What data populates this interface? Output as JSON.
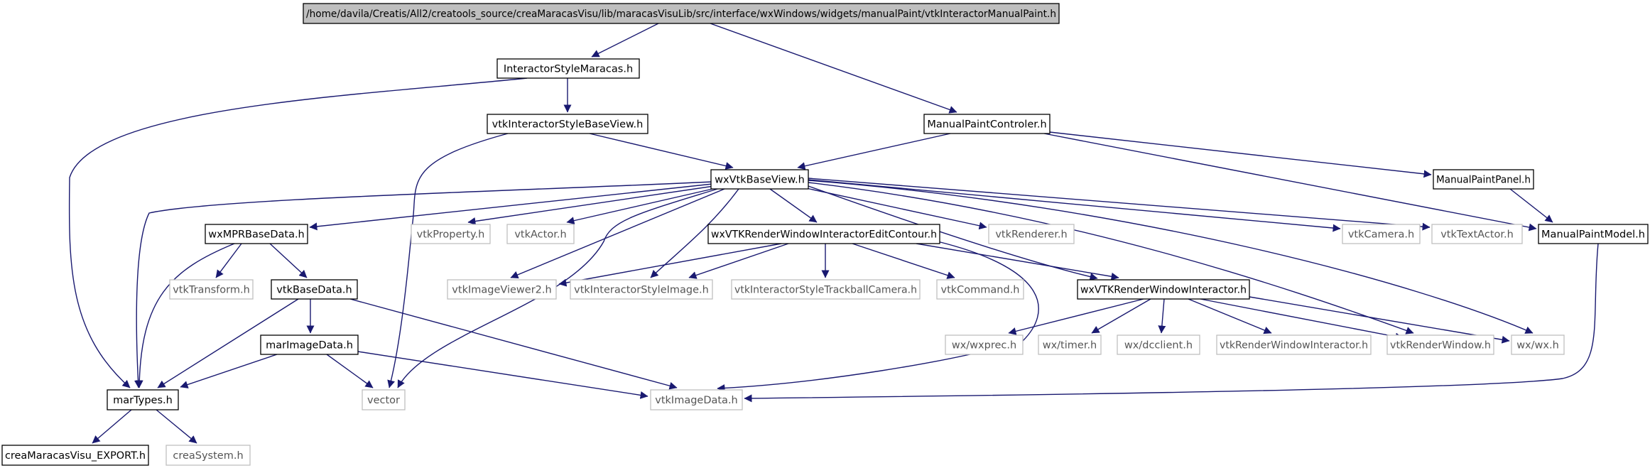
{
  "graph": {
    "colors": {
      "edge": "#191970",
      "root_fill": "#bfbfbf",
      "node_border": "#000000",
      "external_border": "#bfbfbf",
      "external_text": "#555555",
      "text": "#000000"
    },
    "nodes": [
      {
        "id": "root",
        "label": "/home/davila/Creatis/All2/creatools_source/creaMaracasVisu/lib/maracasVisuLib/src/interface/wxWindows/widgets/manualPaint/vtkInteractorManualPaint.h",
        "kind": "root"
      },
      {
        "id": "ism",
        "label": "InteractorStyleMaracas.h",
        "kind": "file"
      },
      {
        "id": "mpc",
        "label": "ManualPaintControler.h",
        "kind": "file"
      },
      {
        "id": "isbv",
        "label": "vtkInteractorStyleBaseView.h",
        "kind": "file"
      },
      {
        "id": "wxvbv",
        "label": "wxVtkBaseView.h",
        "kind": "file"
      },
      {
        "id": "mpp",
        "label": "ManualPaintPanel.h",
        "kind": "file"
      },
      {
        "id": "mpm",
        "label": "ManualPaintModel.h",
        "kind": "file"
      },
      {
        "id": "mprbd",
        "label": "wxMPRBaseData.h",
        "kind": "file"
      },
      {
        "id": "vprop",
        "label": "vtkProperty.h",
        "kind": "external"
      },
      {
        "id": "vactor",
        "label": "vtkActor.h",
        "kind": "external"
      },
      {
        "id": "wxrwiec",
        "label": "wxVTKRenderWindowInteractorEditContour.h",
        "kind": "file"
      },
      {
        "id": "vrend",
        "label": "vtkRenderer.h",
        "kind": "external"
      },
      {
        "id": "vcam",
        "label": "vtkCamera.h",
        "kind": "external"
      },
      {
        "id": "vtext",
        "label": "vtkTextActor.h",
        "kind": "external"
      },
      {
        "id": "vtrans",
        "label": "vtkTransform.h",
        "kind": "external"
      },
      {
        "id": "vbd",
        "label": "vtkBaseData.h",
        "kind": "file"
      },
      {
        "id": "viv2",
        "label": "vtkImageViewer2.h",
        "kind": "external"
      },
      {
        "id": "visi",
        "label": "vtkInteractorStyleImage.h",
        "kind": "external"
      },
      {
        "id": "vistc",
        "label": "vtkInteractorStyleTrackballCamera.h",
        "kind": "external"
      },
      {
        "id": "vcmd",
        "label": "vtkCommand.h",
        "kind": "external"
      },
      {
        "id": "wxrwi",
        "label": "wxVTKRenderWindowInteractor.h",
        "kind": "file"
      },
      {
        "id": "mid",
        "label": "marImageData.h",
        "kind": "file"
      },
      {
        "id": "wxprec",
        "label": "wx/wxprec.h",
        "kind": "external"
      },
      {
        "id": "wxtimer",
        "label": "wx/timer.h",
        "kind": "external"
      },
      {
        "id": "wxdc",
        "label": "wx/dcclient.h",
        "kind": "external"
      },
      {
        "id": "vrwi",
        "label": "vtkRenderWindowInteractor.h",
        "kind": "external"
      },
      {
        "id": "vrw",
        "label": "vtkRenderWindow.h",
        "kind": "external"
      },
      {
        "id": "wxwx",
        "label": "wx/wx.h",
        "kind": "external"
      },
      {
        "id": "martypes",
        "label": "marTypes.h",
        "kind": "file"
      },
      {
        "id": "vector",
        "label": "vector",
        "kind": "external"
      },
      {
        "id": "vid",
        "label": "vtkImageData.h",
        "kind": "external"
      },
      {
        "id": "cmvexp",
        "label": "creaMaracasVisu_EXPORT.h",
        "kind": "file"
      },
      {
        "id": "creasys",
        "label": "creaSystem.h",
        "kind": "external"
      }
    ],
    "edges": [
      {
        "from": "root",
        "to": "ism"
      },
      {
        "from": "root",
        "to": "mpc"
      },
      {
        "from": "ism",
        "to": "isbv"
      },
      {
        "from": "ism",
        "to": "martypes"
      },
      {
        "from": "isbv",
        "to": "wxvbv"
      },
      {
        "from": "isbv",
        "to": "vector"
      },
      {
        "from": "mpc",
        "to": "wxvbv"
      },
      {
        "from": "mpc",
        "to": "mpp"
      },
      {
        "from": "mpc",
        "to": "mpm"
      },
      {
        "from": "mpp",
        "to": "mpm"
      },
      {
        "from": "mpm",
        "to": "vid"
      },
      {
        "from": "wxvbv",
        "to": "mprbd"
      },
      {
        "from": "wxvbv",
        "to": "vprop"
      },
      {
        "from": "wxvbv",
        "to": "vactor"
      },
      {
        "from": "wxvbv",
        "to": "wxrwiec"
      },
      {
        "from": "wxvbv",
        "to": "vrend"
      },
      {
        "from": "wxvbv",
        "to": "vcam"
      },
      {
        "from": "wxvbv",
        "to": "vtext"
      },
      {
        "from": "wxvbv",
        "to": "viv2"
      },
      {
        "from": "wxvbv",
        "to": "visi"
      },
      {
        "from": "wxvbv",
        "to": "wxrwi"
      },
      {
        "from": "wxvbv",
        "to": "vrw"
      },
      {
        "from": "wxvbv",
        "to": "wxwx"
      },
      {
        "from": "wxvbv",
        "to": "vector"
      },
      {
        "from": "wxvbv",
        "to": "martypes"
      },
      {
        "from": "mprbd",
        "to": "vtrans"
      },
      {
        "from": "mprbd",
        "to": "vbd"
      },
      {
        "from": "mprbd",
        "to": "martypes"
      },
      {
        "from": "vbd",
        "to": "mid"
      },
      {
        "from": "vbd",
        "to": "martypes"
      },
      {
        "from": "vbd",
        "to": "vid"
      },
      {
        "from": "wxrwiec",
        "to": "viv2"
      },
      {
        "from": "wxrwiec",
        "to": "visi"
      },
      {
        "from": "wxrwiec",
        "to": "vistc"
      },
      {
        "from": "wxrwiec",
        "to": "vcmd"
      },
      {
        "from": "wxrwiec",
        "to": "wxrwi"
      },
      {
        "from": "wxrwiec",
        "to": "vid"
      },
      {
        "from": "wxrwi",
        "to": "wxprec"
      },
      {
        "from": "wxrwi",
        "to": "wxtimer"
      },
      {
        "from": "wxrwi",
        "to": "wxdc"
      },
      {
        "from": "wxrwi",
        "to": "vrwi"
      },
      {
        "from": "wxrwi",
        "to": "vrw"
      },
      {
        "from": "wxrwi",
        "to": "wxwx"
      },
      {
        "from": "mid",
        "to": "martypes"
      },
      {
        "from": "mid",
        "to": "vector"
      },
      {
        "from": "mid",
        "to": "vid"
      },
      {
        "from": "martypes",
        "to": "cmvexp"
      },
      {
        "from": "martypes",
        "to": "creasys"
      }
    ]
  }
}
